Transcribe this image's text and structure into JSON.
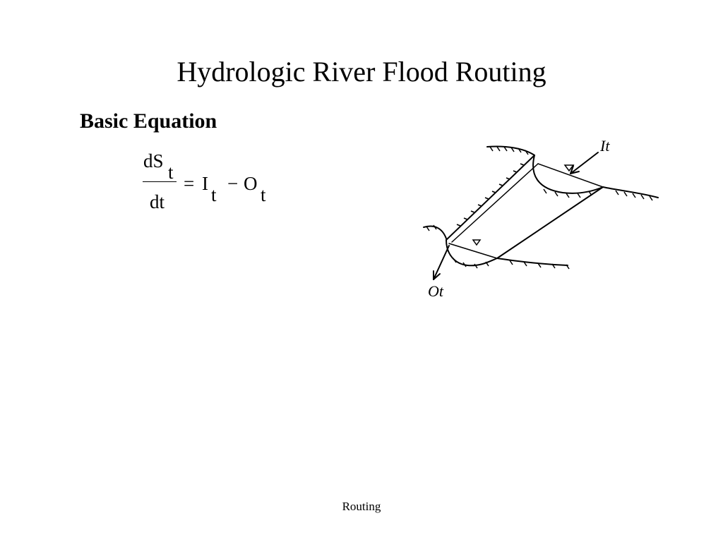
{
  "slide": {
    "title": "Hydrologic River Flood Routing",
    "section_heading": "Basic Equation",
    "footer": "Routing"
  },
  "equation": {
    "numerator": "dS",
    "numerator_sub": "t",
    "denominator": "dt",
    "equals": "=",
    "inflow": "I",
    "inflow_sub": "t",
    "minus": "−",
    "outflow": "O",
    "outflow_sub": "t"
  },
  "diagram": {
    "inflow_label": "It",
    "outflow_label": "Ot"
  }
}
